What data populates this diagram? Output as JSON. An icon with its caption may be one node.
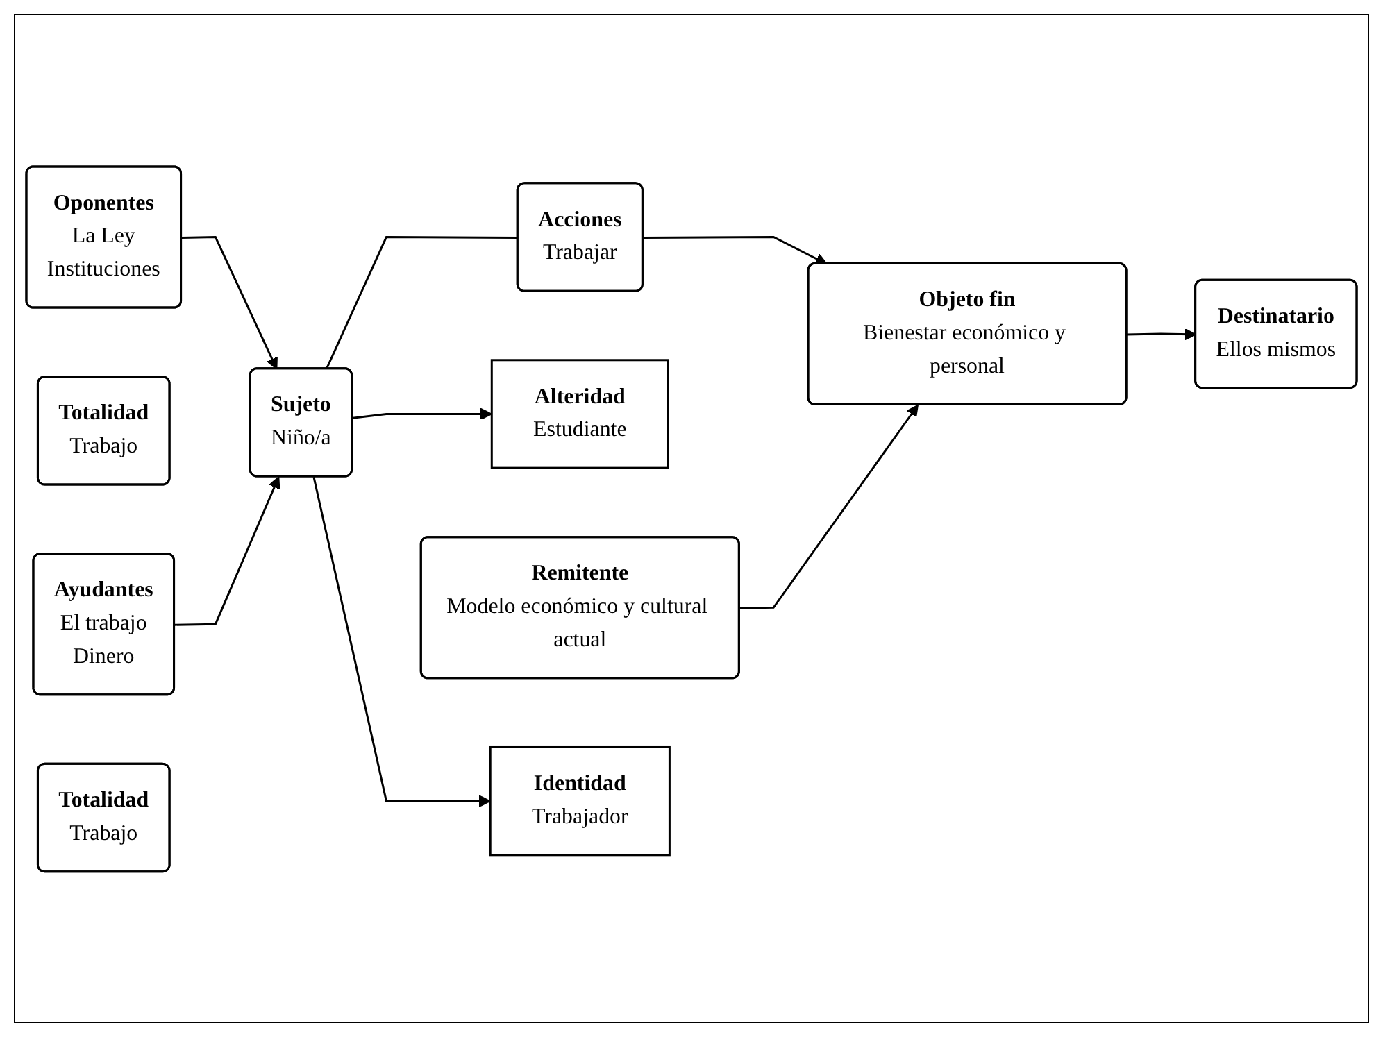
{
  "diagram": {
    "nodes": [
      {
        "text": [
          "Oponentes",
          "La Ley",
          "Instituciones"
        ]
      },
      {
        "text": [
          "Totalidad",
          "Trabajo"
        ]
      },
      {
        "text": [
          "Remitente",
          "Modelo económico y cultural actual"
        ]
      },
      {
        "text": [
          "Alteridad",
          "Estudiante"
        ]
      },
      {
        "text": [
          "Sujeto",
          "Niño/a"
        ]
      },
      {
        "text": [
          "Acciones",
          "Trabajar"
        ]
      },
      {
        "text": [
          "Objeto fin",
          "Bienestar económico y personal"
        ]
      },
      {
        "text": [
          "Ayudantes",
          "El trabajo",
          "Dinero"
        ]
      },
      {
        "text": [
          "Identidad",
          "Trabajador"
        ]
      },
      {
        "text": [
          "Totalidad",
          "Trabajo"
        ]
      },
      {
        "text": [
          "Destinatario",
          "Ellos mismos"
        ]
      }
    ],
    "edges": [
      {
        "from": 0,
        "to": 4,
        "arrow": "to"
      },
      {
        "from": 7,
        "to": 4,
        "arrow": "to"
      },
      {
        "from": 4,
        "to": 3,
        "arrow": "to"
      },
      {
        "from": 4,
        "to": 5,
        "arrow": "none"
      },
      {
        "from": 4,
        "to": 8,
        "arrow": "to"
      },
      {
        "from": 5,
        "to": 6,
        "arrow": "to"
      },
      {
        "from": 2,
        "to": 6,
        "arrow": "to"
      },
      {
        "from": 6,
        "to": 10,
        "arrow": "to"
      }
    ]
  }
}
